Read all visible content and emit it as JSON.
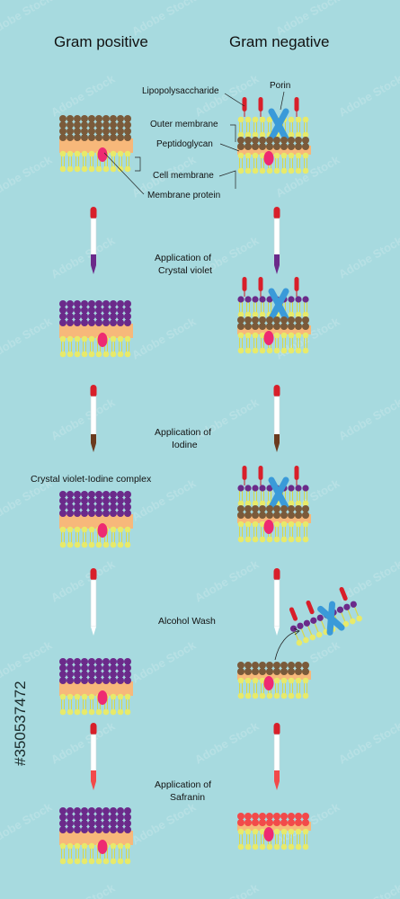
{
  "headers": {
    "left": "Gram positive",
    "right": "Gram negative"
  },
  "legend": {
    "lipopolysaccharide": "Lipopolysaccharide",
    "porin": "Porin",
    "outer_membrane": "Outer membrane",
    "peptidoglycan": "Peptidoglycan",
    "cell_membrane": "Cell membrane",
    "membrane_protein": "Membrane protein"
  },
  "steps": {
    "crystal_violet": [
      "Application of",
      "Crystal violet"
    ],
    "iodine": [
      "Application of",
      "Iodine"
    ],
    "complex": "Crystal violet-Iodine complex",
    "alcohol": "Alcohol Wash",
    "safranin": [
      "Application of",
      "Safranin"
    ]
  },
  "watermark": {
    "text": "Adobe Stock",
    "id": "#350537472"
  },
  "colors": {
    "background": "#a7dadf",
    "peptidoglycan_brown": "#7a5a3a",
    "crystal_violet": "#6b2a8a",
    "safranin": "#f24a4a",
    "membrane_orange": "#f7b87a",
    "lipid_yellow": "#e8ea6a",
    "protein_pink": "#ee2a72",
    "porin_blue": "#3a9ad9",
    "lps_red": "#d81f2a",
    "iodine_brown": "#6b3a1e"
  }
}
